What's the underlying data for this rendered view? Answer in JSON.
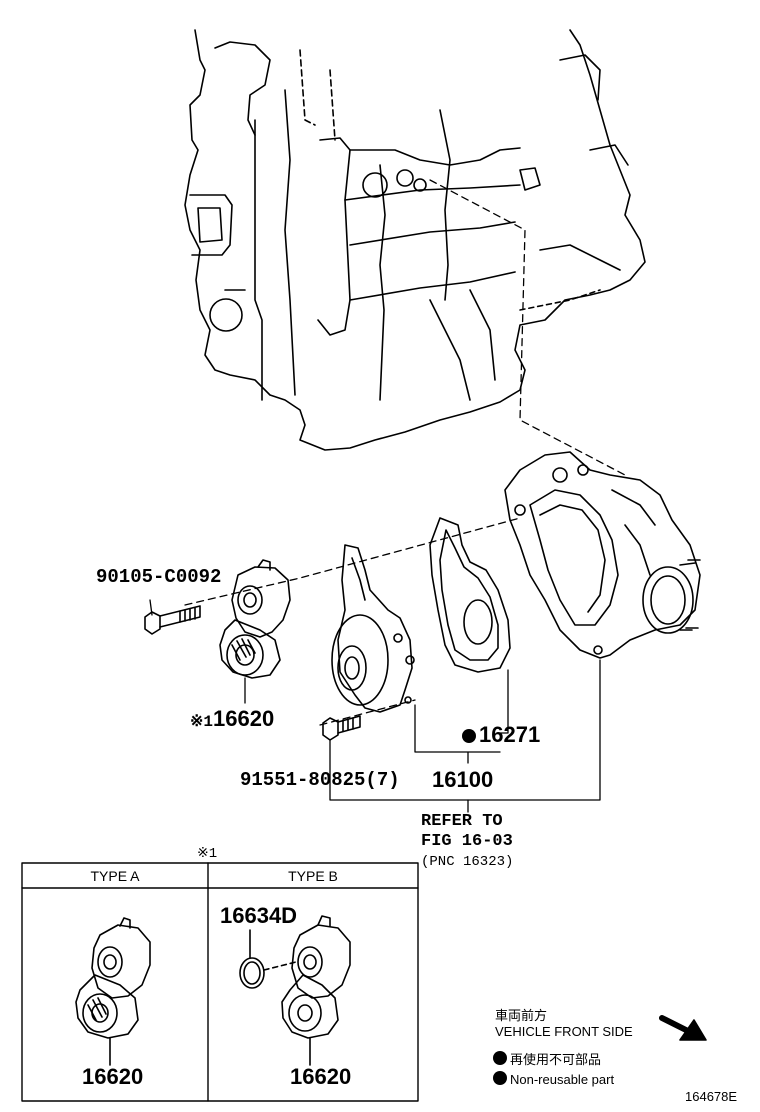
{
  "parts": {
    "bolt_upper": "90105-C0092",
    "tensioner": "16620",
    "tensioner_mark": "※1",
    "gasket": "16271",
    "water_pump": "16100",
    "bolt_lower": "91551-80825(7)",
    "refer": [
      "REFER TO",
      "FIG 16-03",
      "(PNC 16323)"
    ]
  },
  "type_box": {
    "mark": "※1",
    "type_a": {
      "header": "TYPE A",
      "part": "16620"
    },
    "type_b": {
      "header": "TYPE B",
      "part": "16620",
      "extra_part": "16634D"
    }
  },
  "legend": {
    "front_jp": "車両前方",
    "front_en": "VEHICLE FRONT SIDE",
    "nonreuse_jp": "再使用不可部品",
    "nonreuse_en": "Non-reusable part"
  },
  "figure_id": "164678E",
  "colors": {
    "ink": "#000000",
    "paper": "#ffffff"
  }
}
